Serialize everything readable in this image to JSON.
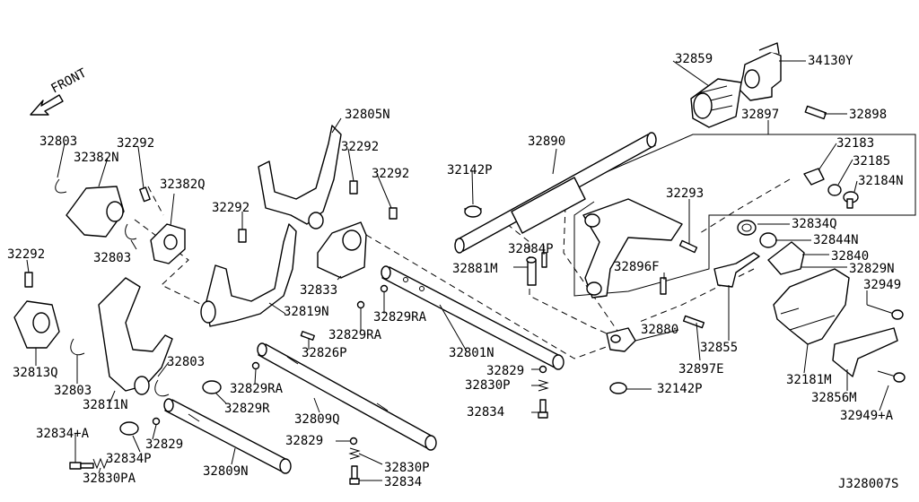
{
  "diagram_code": "J328007S",
  "front_label": "FRONT",
  "labels": [
    {
      "id": "32859",
      "text": "32859"
    },
    {
      "id": "34130Y",
      "text": "34130Y"
    },
    {
      "id": "32897",
      "text": "32897"
    },
    {
      "id": "32898",
      "text": "32898"
    },
    {
      "id": "32805N",
      "text": "32805N"
    },
    {
      "id": "32890",
      "text": "32890"
    },
    {
      "id": "32183",
      "text": "32183"
    },
    {
      "id": "32185",
      "text": "32185"
    },
    {
      "id": "32184N",
      "text": "32184N"
    },
    {
      "id": "32803a",
      "text": "32803"
    },
    {
      "id": "32292a",
      "text": "32292"
    },
    {
      "id": "32382N",
      "text": "32382N"
    },
    {
      "id": "32292b",
      "text": "32292"
    },
    {
      "id": "32292c",
      "text": "32292"
    },
    {
      "id": "32142Pa",
      "text": "32142P"
    },
    {
      "id": "32382Q",
      "text": "32382Q"
    },
    {
      "id": "32292d",
      "text": "32292"
    },
    {
      "id": "32293",
      "text": "32293"
    },
    {
      "id": "32834Q",
      "text": "32834Q"
    },
    {
      "id": "32844N",
      "text": "32844N"
    },
    {
      "id": "32803b",
      "text": "32803"
    },
    {
      "id": "32884P",
      "text": "32884P"
    },
    {
      "id": "32840",
      "text": "32840"
    },
    {
      "id": "32292e",
      "text": "32292"
    },
    {
      "id": "32881M",
      "text": "32881M"
    },
    {
      "id": "32896F",
      "text": "32896F"
    },
    {
      "id": "32829N",
      "text": "32829N"
    },
    {
      "id": "32833",
      "text": "32833"
    },
    {
      "id": "32949a",
      "text": "32949"
    },
    {
      "id": "32819N",
      "text": "32819N"
    },
    {
      "id": "32829RAa",
      "text": "32829RA"
    },
    {
      "id": "32829RAb",
      "text": "32829RA"
    },
    {
      "id": "32813Q",
      "text": "32813Q"
    },
    {
      "id": "32826P",
      "text": "32826P"
    },
    {
      "id": "32880",
      "text": "32880"
    },
    {
      "id": "32801N",
      "text": "32801N"
    },
    {
      "id": "32855",
      "text": "32855"
    },
    {
      "id": "32803c",
      "text": "32803"
    },
    {
      "id": "32829a",
      "text": "32829"
    },
    {
      "id": "32897E",
      "text": "32897E"
    },
    {
      "id": "32181M",
      "text": "32181M"
    },
    {
      "id": "32803d",
      "text": "32803"
    },
    {
      "id": "32829RAc",
      "text": "32829RA"
    },
    {
      "id": "32830Pa",
      "text": "32830P"
    },
    {
      "id": "32142Pb",
      "text": "32142P"
    },
    {
      "id": "32856M",
      "text": "32856M"
    },
    {
      "id": "32811N",
      "text": "32811N"
    },
    {
      "id": "32829R",
      "text": "32829R"
    },
    {
      "id": "32809Q",
      "text": "32809Q"
    },
    {
      "id": "32834a",
      "text": "32834"
    },
    {
      "id": "32949A",
      "text": "32949+A"
    },
    {
      "id": "32834A",
      "text": "32834+A"
    },
    {
      "id": "32829b",
      "text": "32829"
    },
    {
      "id": "32834P",
      "text": "32834P"
    },
    {
      "id": "32829c",
      "text": "32829"
    },
    {
      "id": "32830PA",
      "text": "32830PA"
    },
    {
      "id": "32809N",
      "text": "32809N"
    },
    {
      "id": "32830Pb",
      "text": "32830P"
    },
    {
      "id": "32834b",
      "text": "32834"
    }
  ]
}
